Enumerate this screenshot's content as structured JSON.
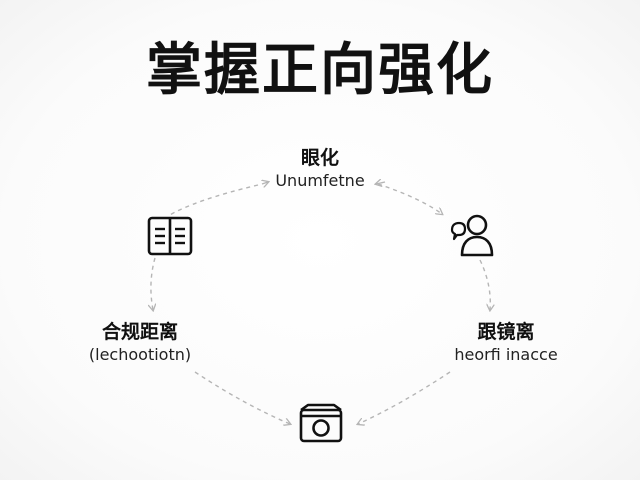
{
  "title": "掌握正向强化",
  "nodes": {
    "top": {
      "label": "眼化",
      "sublabel": "Unumfetne",
      "icon": ""
    },
    "right": {
      "label": "",
      "sublabel": "",
      "icon": "person-chat-icon"
    },
    "right_bottom": {
      "label": "跟镜离",
      "sublabel": "heorfi inacce",
      "icon": ""
    },
    "bottom": {
      "label": "",
      "sublabel": "",
      "icon": "camera-box-icon"
    },
    "left_bottom": {
      "label": "合规距离",
      "sublabel": "(lechootiotn)",
      "icon": ""
    },
    "left": {
      "label": "",
      "sublabel": "",
      "icon": "book-icon"
    }
  },
  "colors": {
    "text": "#111111",
    "connector": "#b5b5b5"
  }
}
